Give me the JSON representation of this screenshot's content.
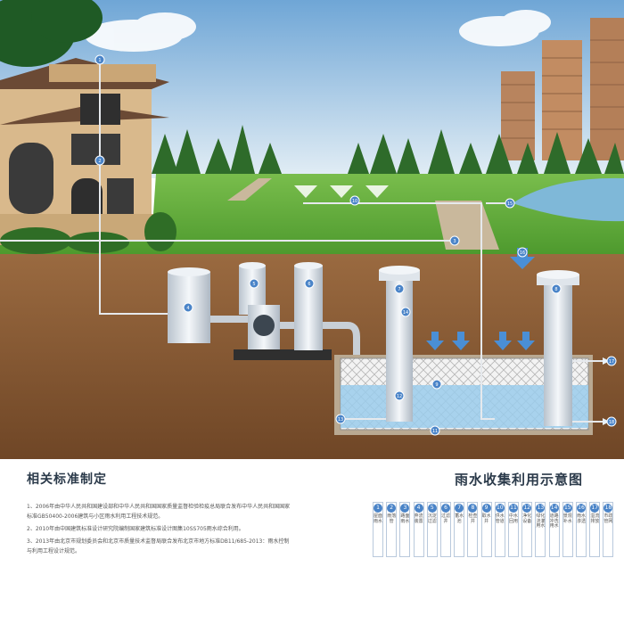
{
  "panel": {
    "standards_title": "相关标准制定",
    "standards": [
      "1、2006年由中华人民共和国建设部和中华人民共和国国家质量监督检验检疫总局联合发布中华人民共和国国家标准GB50400-2006建筑与小区雨水利用工程技术规范。",
      "2、2010年由中国建筑标准设计研究院编制国家建筑标准设计图集10SS705雨水综合利用。",
      "3、2013年由北京市规划委员会和北京市质量技术监督局联合发布北京市地方标准DB11/685-2013：雨水控制与利用工程设计规范。"
    ],
    "diagram_title": "雨水收集利用示意图"
  },
  "legend": [
    {
      "num": "1",
      "label": "屋面雨水"
    },
    {
      "num": "2",
      "label": "雨落管"
    },
    {
      "num": "3",
      "label": "路面雨水"
    },
    {
      "num": "4",
      "label": "弃流装置"
    },
    {
      "num": "5",
      "label": "沉淀过滤"
    },
    {
      "num": "6",
      "label": "过滤井"
    },
    {
      "num": "7",
      "label": "蓄水池"
    },
    {
      "num": "8",
      "label": "检查井"
    },
    {
      "num": "9",
      "label": "取水井"
    },
    {
      "num": "10",
      "label": "供水管道"
    },
    {
      "num": "11",
      "label": "中水回用"
    },
    {
      "num": "12",
      "label": "净化设备"
    },
    {
      "num": "13",
      "label": "绿化浇灌用水"
    },
    {
      "num": "14",
      "label": "道路冲洗用水"
    },
    {
      "num": "15",
      "label": "景观补水"
    },
    {
      "num": "16",
      "label": "雨水渗透"
    },
    {
      "num": "17",
      "label": "溢流排放"
    },
    {
      "num": "18",
      "label": "市政管网"
    }
  ],
  "markers": [
    "1",
    "2",
    "3",
    "4",
    "5",
    "6",
    "7",
    "8",
    "9",
    "10",
    "11",
    "12",
    "13",
    "14",
    "15",
    "16",
    "17",
    "18"
  ],
  "colors": {
    "sky_top": "#7fb0d9",
    "sky_bottom": "#dbe9f2",
    "grass": "#5fa53b",
    "soil": "#8a5a34",
    "water": "#8fc4e8",
    "pipe": "#d9dfe6",
    "marker": "#4a84c8",
    "arrow": "#4a8fd6"
  }
}
